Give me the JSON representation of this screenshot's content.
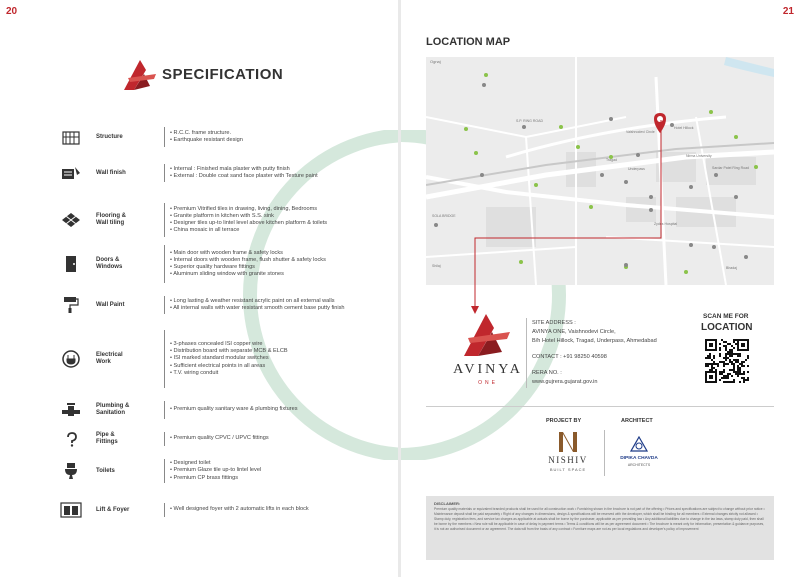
{
  "left_page": {
    "page_number": "20",
    "title": "SPECIFICATION",
    "items": [
      {
        "icon": "building-structure-icon",
        "label": [
          "Structure"
        ],
        "lines": [
          "• R.C.C. frame structure.",
          "• Earthquake resistant design"
        ]
      },
      {
        "icon": "wall-finish-icon",
        "label": [
          "Wall finish"
        ],
        "lines": [
          "• Internal : Finished mala plaster with putty finish",
          "• External : Double coat sand face plaster with Texture paint"
        ]
      },
      {
        "icon": "flooring-icon",
        "label": [
          "Flooring &",
          "Wall tiling"
        ],
        "lines": [
          "• Premium Vitrified tiles in drawing, living, dining, Bedrooms",
          "• Granite platform in kitchen with S.S. sink",
          "• Designer tiles up-to lintel level above kitchen platform & toilets",
          "• China mosaic in all terrace"
        ]
      },
      {
        "icon": "door-icon",
        "label": [
          "Doors &",
          "Windows"
        ],
        "lines": [
          "• Main door with wooden frame & safety locks",
          "• Internal doors with wooden frame, flush shutter & safety locks",
          "• Superior quality hardware fittings",
          "• Aluminum sliding window with granite stones"
        ]
      },
      {
        "icon": "paint-roller-icon",
        "label": [
          "Wall Paint"
        ],
        "lines": [
          "• Long lasting & weather resistant acrylic paint on all external walls",
          "• All internal walls with water resistant smooth cement base putty finish"
        ]
      },
      {
        "icon": "electrical-plug-icon",
        "label": [
          "Electrical",
          "Work"
        ],
        "lines": [
          "• 3-phases concealed ISI copper wire",
          "• Distribution board with separate MCB & ELCB",
          "• ISI marked standard modular switches",
          "• Sufficient electrical points in all areas",
          "• T.V. wiring conduit"
        ]
      },
      {
        "icon": "plumbing-valve-icon",
        "label": [
          "Plumbing &",
          "Sanitation"
        ],
        "lines": [
          "• Premium quality sanitary ware & plumbing fixtures"
        ]
      },
      {
        "icon": "pipe-icon",
        "label": [
          "Pipe &",
          "Fittings"
        ],
        "lines": [
          "• Premium quality CPVC / UPVC fittings"
        ]
      },
      {
        "icon": "toilet-icon",
        "label": [
          "Toilets"
        ],
        "lines": [
          "• Designed toilet",
          "• Premium Glaze tile up-to lintel level",
          "• Premium CP brass fittings"
        ]
      },
      {
        "icon": "elevator-icon",
        "label": [
          "Lift & Foyer"
        ],
        "lines": [
          "• Well designed foyer with 2 automatic lifts in each block"
        ]
      }
    ]
  },
  "right_page": {
    "page_number": "21",
    "map_title": "LOCATION MAP",
    "map_labels": [
      "SOLA BRIDGE",
      "Tragad",
      "Underpass",
      "Vaishnodevi Circle",
      "Hotel Hillock",
      "S.P. RING ROAD",
      "Nirma University",
      "Zydus Hospital",
      "Sardar Patel Ring Road",
      "Ognaj",
      "Shilaj",
      "Bhadaj"
    ],
    "brand_name": "AVINYA",
    "brand_sub": "ONE",
    "site_address_label": "SITE ADDRESS :",
    "site_address_1": "AVINYA ONE, Vaishnodevi Circle,",
    "site_address_2": "B/h Hotel Hillock, Tragad, Underpass, Ahmedabad",
    "contact": "CONTACT : +91 98250 40598",
    "rera_label": "RERA NO. :",
    "rera_site": "www.gujrera.gujarat.gov.in",
    "scan_line1": "SCAN ME FOR",
    "scan_line2": "LOCATION",
    "project_by_label": "PROJECT BY",
    "architect_label": "ARCHITECT",
    "developer_name": "NISHIV",
    "developer_sub": "BUILT SPACE",
    "architect_name": "DIPIKA CHAVDA",
    "architect_sub": "ARCHITECTS",
    "disclaimer_title": "DISCLAIMER:",
    "disclaimer_text": "Premium quality materials or equivalent branded products shall be used for all construction work • Furnishing shown in the brochure is not part of the offering • Prices and specifications are subject to change without prior notice • Maintenance deposit shall be paid separately • Right of any changes in dimensions, design & specifications will be reserved with the developer, which shall be binding for all members • External changes strictly not allowed • Stamp duty, registration fees, and service tax charges as applicable at actuals shall be borne by the purchaser, applicable as per prevailing law • Any additional liabilities due to change in the tax laws, stamp duty paid, then shall be borne by the members • New rule will be applicable in case of delay in payment terms • Terms & conditions will be as per agreement document • The brochure is meant only for information, presentation & guidance purposes, it is not an authorised document or an agreement. The data will from the basis of any contract • Furniture maps are not as per local regulations and developer's policy of improvement"
  },
  "colors": {
    "accent": "#c0272d",
    "text": "#333333",
    "map_bg": "#ededed",
    "route": "#c0272d"
  }
}
